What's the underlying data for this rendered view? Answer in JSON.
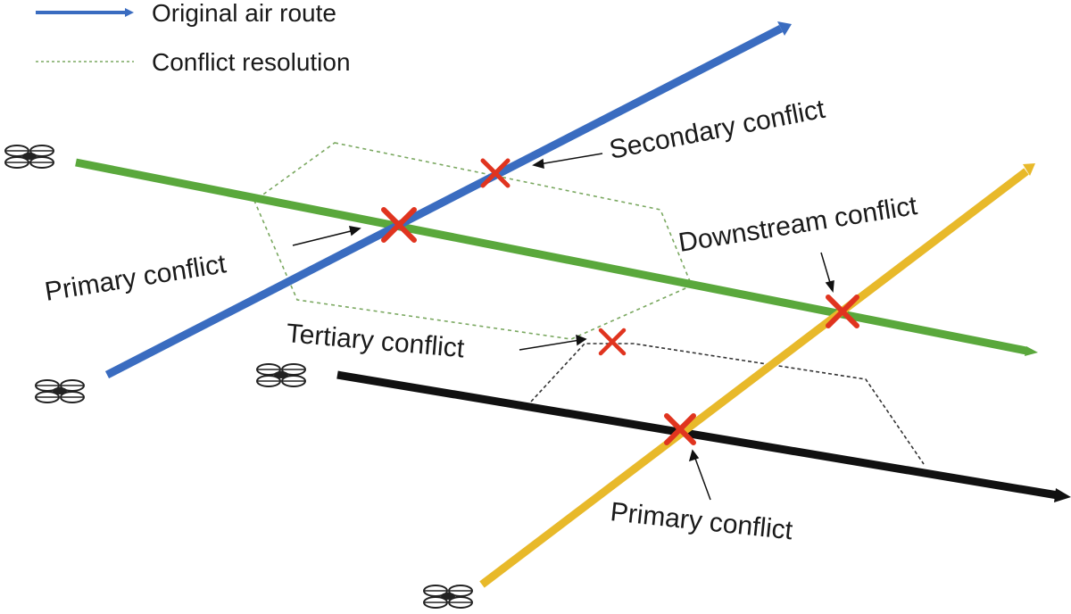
{
  "legend": {
    "original_route_label": "Original air route",
    "resolution_label": "Conflict resolution"
  },
  "labels": {
    "secondary": "Secondary conflict",
    "downstream": "Downstream conflict",
    "primary_upper": "Primary conflict",
    "tertiary": "Tertiary conflict",
    "primary_lower": "Primary conflict"
  },
  "colors": {
    "blue_route": "#3a6cc0",
    "green_route": "#5aa83c",
    "yellow_route": "#e8b92a",
    "black_route": "#111111",
    "conflict_mark": "#e0341f",
    "resolution_line_green": "#7aa860",
    "resolution_line_black": "#333333"
  },
  "icons": [
    "drone-icon",
    "conflict-x-icon",
    "arrow-icon"
  ]
}
